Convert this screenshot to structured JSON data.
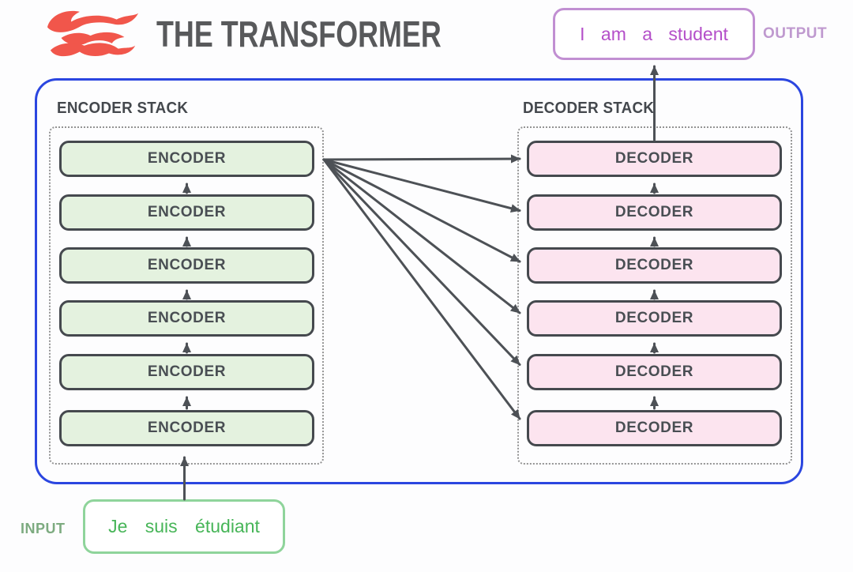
{
  "header": {
    "title": "THE TRANSFORMER",
    "logo": "flame-icon"
  },
  "output": {
    "label": "OUTPUT",
    "sentence": "I am a student"
  },
  "input": {
    "label": "INPUT",
    "sentence": "Je suis étudiant"
  },
  "encoder_stack": {
    "label": "ENCODER STACK",
    "boxes": [
      "ENCODER",
      "ENCODER",
      "ENCODER",
      "ENCODER",
      "ENCODER",
      "ENCODER"
    ]
  },
  "decoder_stack": {
    "label": "DECODER STACK",
    "boxes": [
      "DECODER",
      "DECODER",
      "DECODER",
      "DECODER",
      "DECODER",
      "DECODER"
    ]
  },
  "colors": {
    "container_border": "#2b46e0",
    "encoder_fill": "#e4f2df",
    "decoder_fill": "#fce4ef",
    "box_border": "#45494e",
    "arrow": "#4d5156",
    "dotted_border": "#939393",
    "output_text": "#b44fc9",
    "output_border": "#c18fd2",
    "output_label": "#bf99cf",
    "input_text": "#47b558",
    "input_border": "#8fd49b",
    "input_label": "#7dab80",
    "logo_red": "#f1564b",
    "title_text": "#58595b"
  }
}
